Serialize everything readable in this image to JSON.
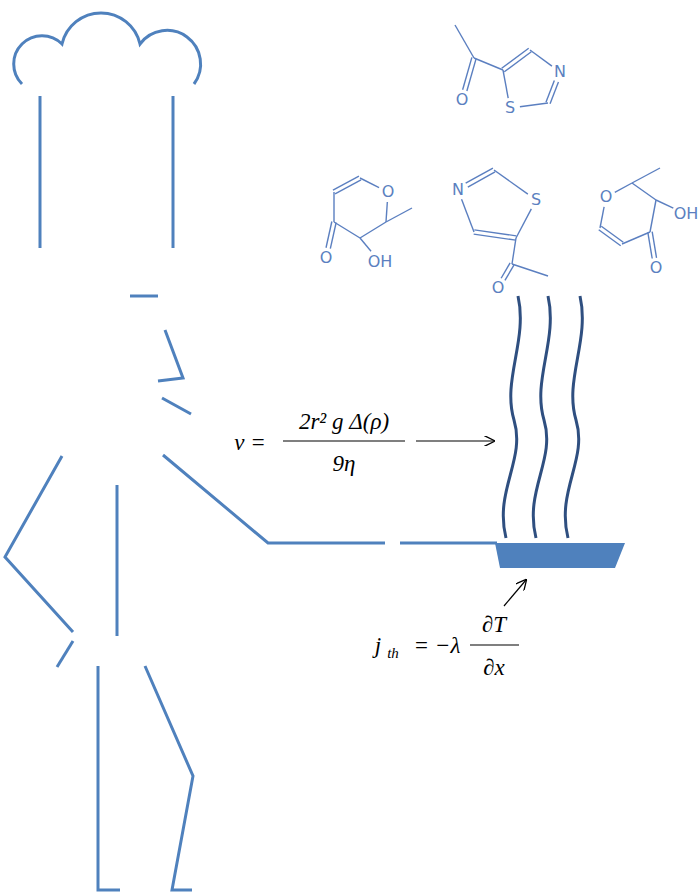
{
  "diagram": {
    "labels": [
      "O",
      "N",
      "S",
      "O",
      "O",
      "OH",
      "N",
      "S",
      "O",
      "O",
      "OH",
      "O",
      "v =",
      "2r² g Δ(ρ)",
      "9η",
      "j",
      "th",
      "= −λ",
      "∂T",
      "∂x"
    ]
  }
}
